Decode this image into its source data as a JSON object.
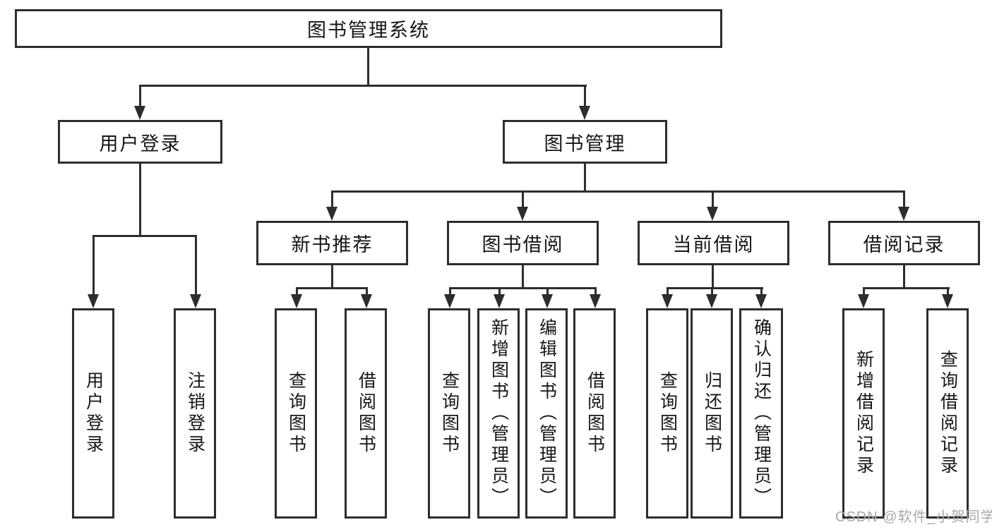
{
  "diagram": {
    "title": "图书管理系统",
    "tree": {
      "root": {
        "label": "图书管理系统"
      },
      "branches": [
        {
          "label": "用户登录",
          "leaves": [
            {
              "label": "用户登录"
            },
            {
              "label": "注销登录"
            }
          ]
        },
        {
          "label": "图书管理",
          "groups": [
            {
              "label": "新书推荐",
              "leaves": [
                {
                  "label": "查询图书"
                },
                {
                  "label": "借阅图书"
                }
              ]
            },
            {
              "label": "图书借阅",
              "leaves": [
                {
                  "label": "查询图书"
                },
                {
                  "label": "新增图书（管理员）"
                },
                {
                  "label": "编辑图书（管理员）"
                },
                {
                  "label": "借阅图书"
                }
              ]
            },
            {
              "label": "当前借阅",
              "leaves": [
                {
                  "label": "查询图书"
                },
                {
                  "label": "归还图书"
                },
                {
                  "label": "确认归还（管理员）"
                }
              ]
            },
            {
              "label": "借阅记录",
              "leaves": [
                {
                  "label": "新增借阅记录"
                },
                {
                  "label": "查询借阅记录"
                }
              ]
            }
          ]
        }
      ]
    },
    "colors": {
      "line": "#2d2d2d",
      "text": "#161616",
      "background": "#ffffff",
      "watermark": "#a9a9a9"
    },
    "watermark": "CSDN @软件_小贺同学"
  }
}
